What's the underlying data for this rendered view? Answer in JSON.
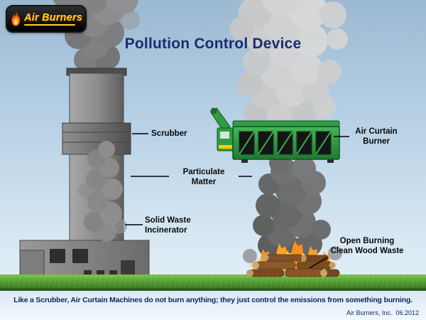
{
  "logo": {
    "text": "Air Burners"
  },
  "title": "Pollution Control Device",
  "labels": {
    "scrubber": "Scrubber",
    "particulate_matter": "Particulate\nMatter",
    "solid_waste_incinerator": "Solid Waste\nIncinerator",
    "air_curtain_burner": "Air Curtain\nBurner",
    "open_burning": "Open Burning\nClean Wood Waste"
  },
  "caption": "Like a Scrubber, Air Curtain Machines do not burn anything; they just control the emissions from something burning.",
  "credit": "Air Burners, Inc.  06.2012",
  "colors": {
    "title_navy": "#1c2c6e",
    "logo_yellow": "#ffd21e",
    "machine_green": "#2f9e41",
    "flame_orange": "#ff9420",
    "grass_green": "#4f9a33",
    "smoke_dark": "#5f5f5f",
    "smoke_light": "#cfcfcf",
    "sky_top": "#9cb9d2"
  },
  "icons": {
    "logo_flame": "flame-icon"
  }
}
